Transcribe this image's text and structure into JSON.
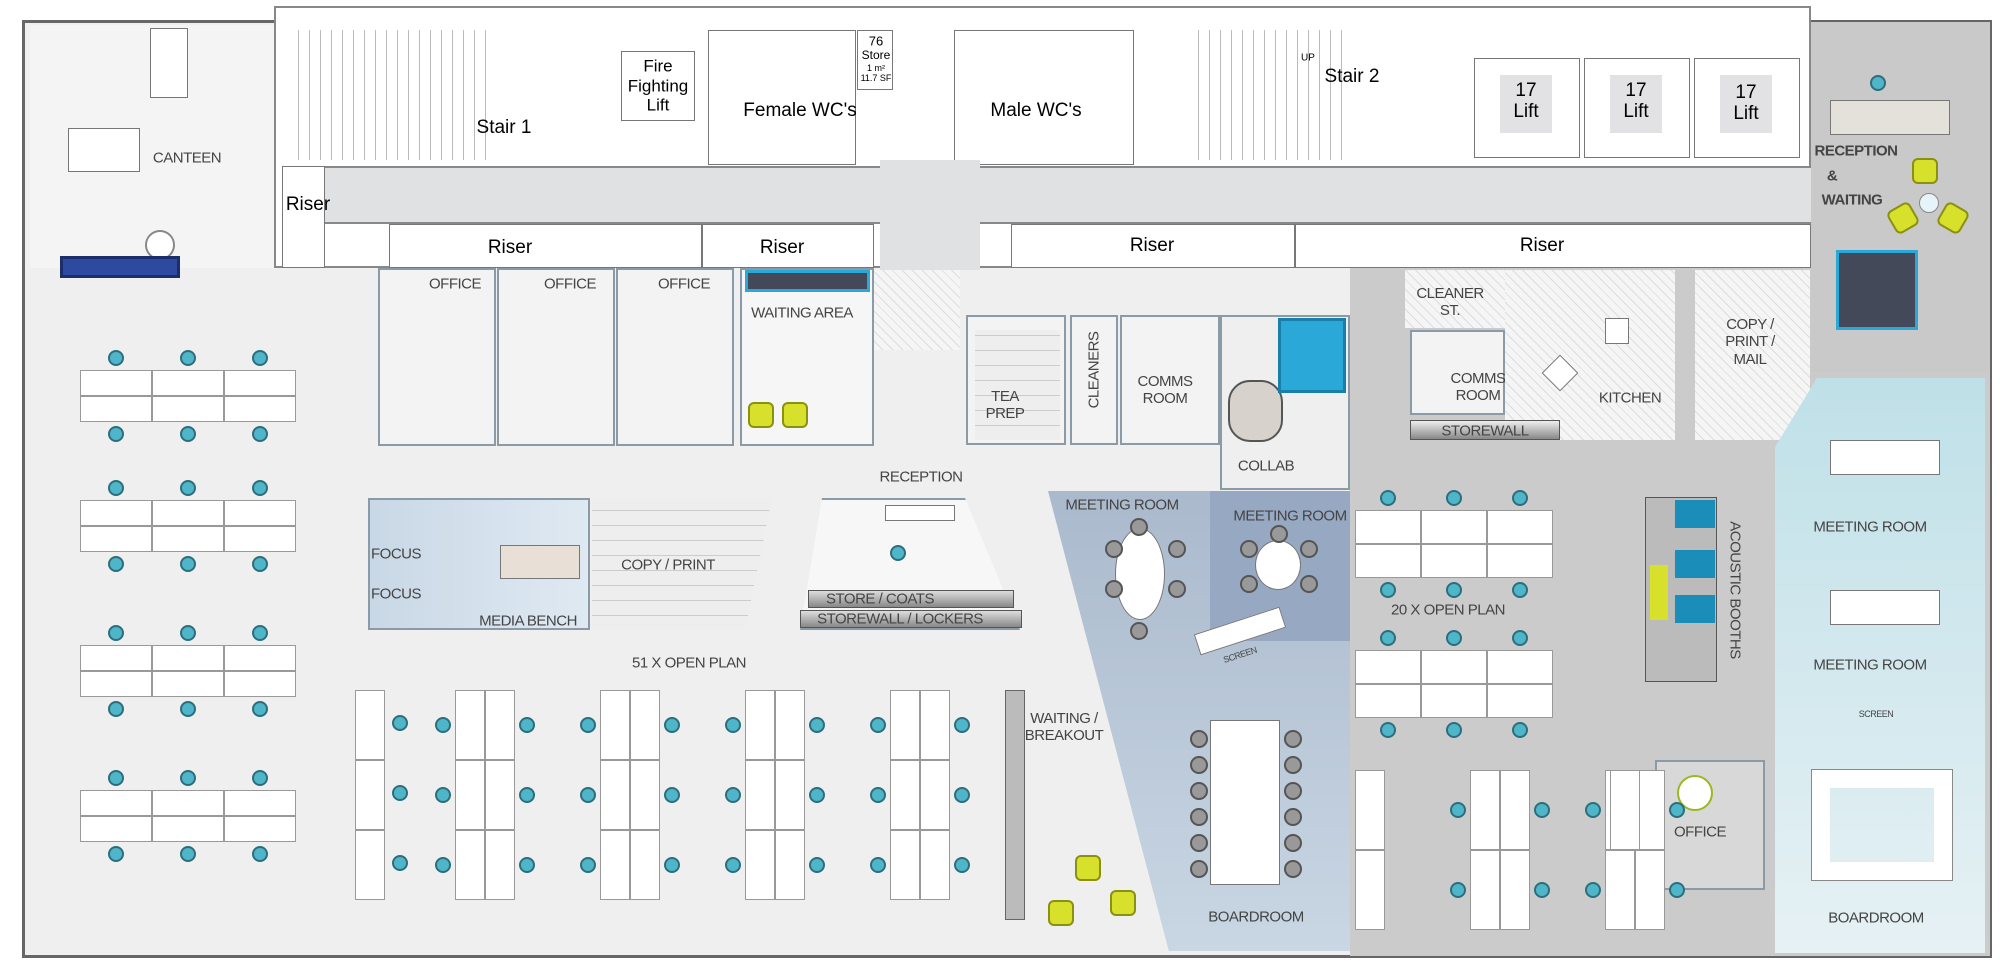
{
  "core": {
    "stair_1": "Stair 1",
    "stair_2": "Stair 2",
    "fire_lift": "Fire Fighting Lift",
    "store": {
      "number": "76",
      "name": "Store",
      "area_m": "1 m²",
      "area_sf": "11.7 SF"
    },
    "female_wc": "Female WC's",
    "male_wc": "Male WC's",
    "lifts": [
      {
        "num": "17",
        "name": "Lift"
      },
      {
        "num": "17",
        "name": "Lift"
      },
      {
        "num": "17",
        "name": "Lift"
      }
    ],
    "risers": [
      "Riser",
      "Riser",
      "Riser",
      "Riser",
      "Riser"
    ],
    "up": "UP"
  },
  "rooms": {
    "canteen": "CANTEEN",
    "offices": [
      "OFFICE",
      "OFFICE",
      "OFFICE"
    ],
    "waiting_area": "WAITING AREA",
    "tea_prep": "TEA PREP",
    "cleaners": "CLEANERS",
    "comms_room_1": "COMMS ROOM",
    "collab": "COLLAB",
    "cleaner_st": "CLEANER ST.",
    "comms_room_2": "COMMS ROOM",
    "storewall": "STOREWALL",
    "kitchen": "KITCHEN",
    "copy_print_mail": "COPY / PRINT / MAIL",
    "reception_waiting": {
      "line1": "RECEPTION",
      "line2": "&",
      "line3": "WAITING"
    },
    "reception": "RECEPTION",
    "focus": [
      "FOCUS",
      "FOCUS"
    ],
    "media_bench": "MEDIA BENCH",
    "copy_print": "COPY / PRINT",
    "store_coats": "STORE / COATS",
    "storewall_lockers": "STOREWALL / LOCKERS",
    "meeting_room_1": "MEETING ROOM",
    "meeting_room_2": "MEETING ROOM",
    "screen": "SCREEN",
    "boardroom_1": "BOARDROOM",
    "waiting_breakout": "WAITING / BREAKOUT",
    "open_plan_51": "51 x OPEN PLAN",
    "open_plan_20": "20 x OPEN PLAN",
    "acoustic_booths": "ACOUSTIC BOOTHS",
    "meeting_room_3": "MEETING ROOM",
    "meeting_room_4": "MEETING ROOM",
    "screen_2": "SCREEN",
    "office_4": "OFFICE",
    "boardroom_2": "BOARDROOM"
  },
  "colors": {
    "chair": "#4fb5c8",
    "accent_yellow": "#d7e02a",
    "meeting_blue": "#b7c8da",
    "floor_dark": "#cbcbcb"
  }
}
